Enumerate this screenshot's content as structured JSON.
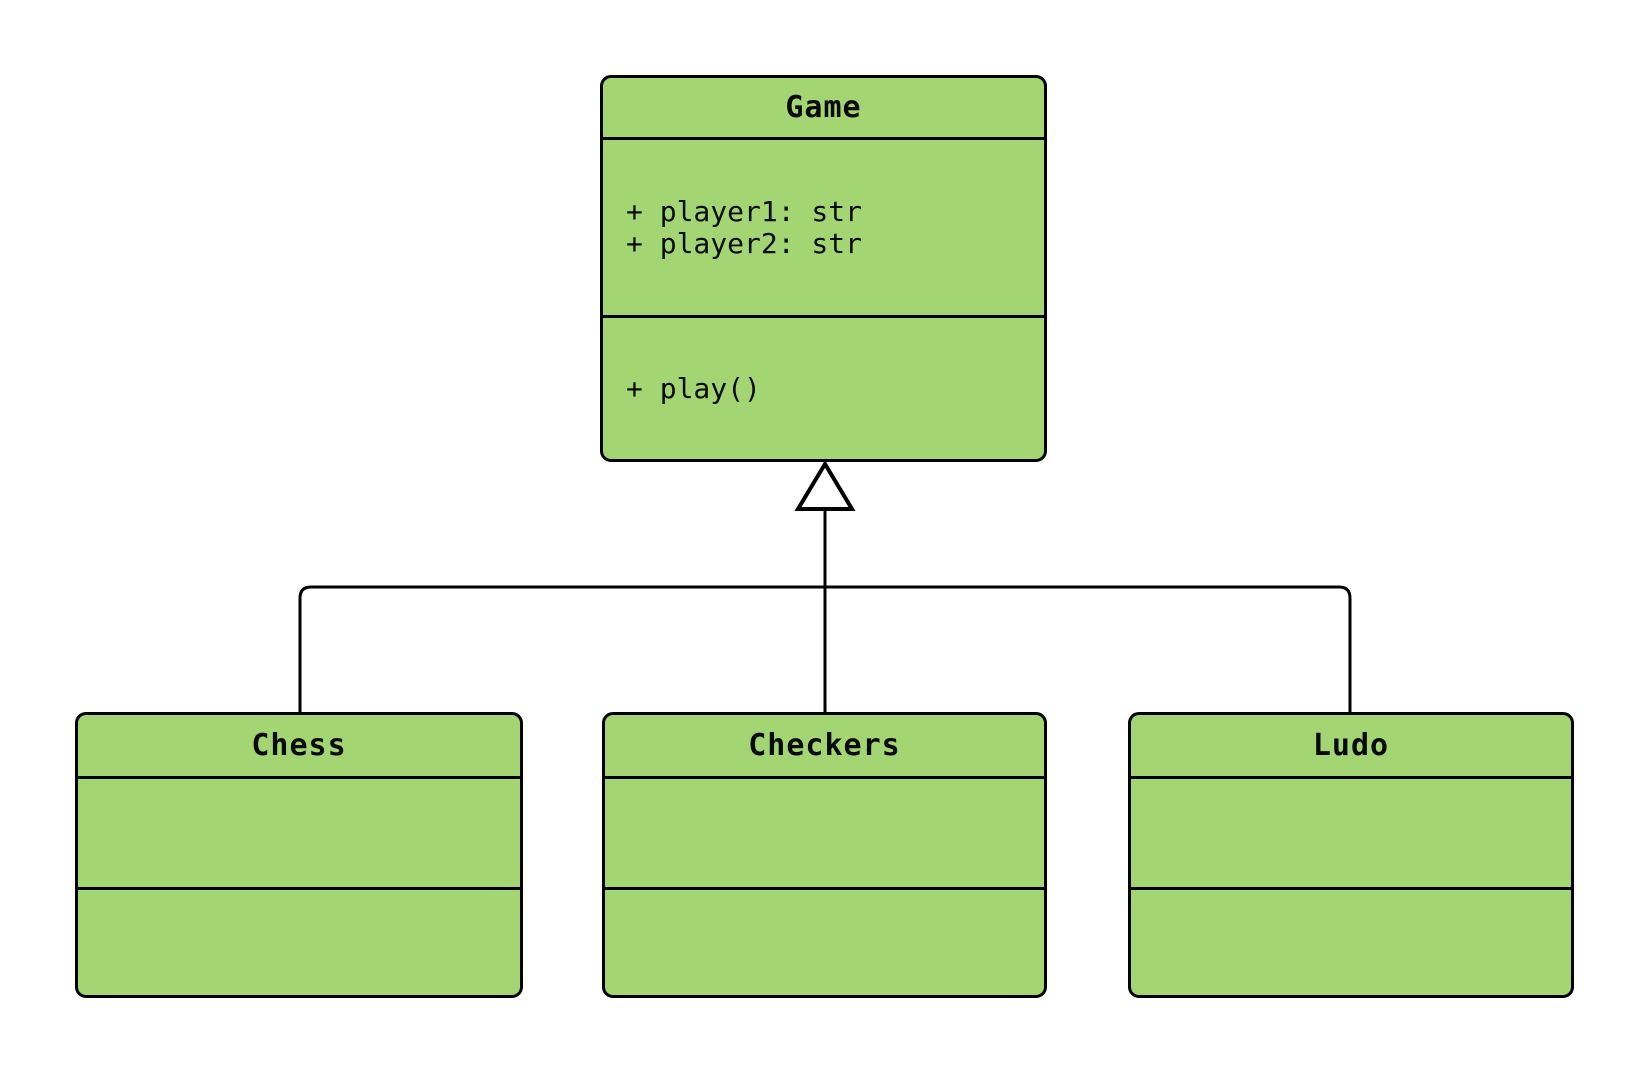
{
  "diagram": {
    "type": "uml-class-diagram",
    "colors": {
      "node_fill": "#a3d672",
      "node_stroke": "#000000",
      "background": "#ffffff",
      "text": "#0a0a0a"
    },
    "classes": [
      {
        "name": "Game",
        "attributes": [
          "+ player1: str",
          "+ player2: str"
        ],
        "methods": [
          "+ play()"
        ]
      },
      {
        "name": "Chess",
        "attributes": [],
        "methods": []
      },
      {
        "name": "Checkers",
        "attributes": [],
        "methods": []
      },
      {
        "name": "Ludo",
        "attributes": [],
        "methods": []
      }
    ],
    "relations": [
      {
        "type": "inheritance",
        "from": "Chess",
        "to": "Game"
      },
      {
        "type": "inheritance",
        "from": "Checkers",
        "to": "Game"
      },
      {
        "type": "inheritance",
        "from": "Ludo",
        "to": "Game"
      }
    ]
  }
}
